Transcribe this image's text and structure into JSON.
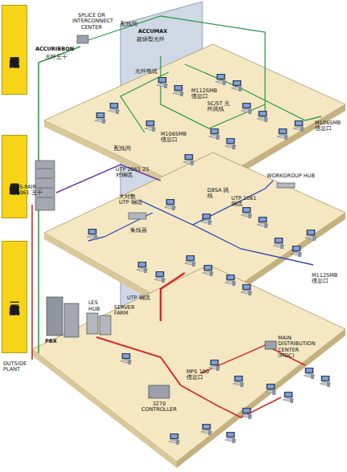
{
  "diagram": {
    "nodes": [
      {
        "text": [
          "第三层光纤区域布线"
        ]
      },
      {
        "text": [
          "第二层铜缆区域布线"
        ]
      },
      {
        "text": [
          "第一层典型结构化布线系统"
        ]
      }
    ],
    "labels": [
      "配线间",
      "SPLICE OR INTERCONNECT CENTER",
      "ACCUMAX",
      "超级型光纤",
      "ACCURIBBON",
      "光纤主干",
      "光纤电缆",
      "M112SMB 信息口",
      "SC/ST 光纤跳线",
      "M106SMB 信息口",
      "M106SMB 信息口",
      "配线间",
      "UTP 2061 25 对铜缆",
      "25-PAIR 1061 主干",
      "大对数 UTP 铜缆",
      "集线器",
      "D8SA 跳线",
      "UTP 1061 铜缆",
      "WORKGROUP HUB",
      "M112SMB 信息口",
      "UTP 铜缆",
      "PBX",
      "HUB",
      "LES",
      "SERVER FARM",
      "MPS 100 信息口",
      "MAIN DISTRIBUTION CENTER (MDC)",
      "OUTSIDE PLANT",
      "3270 CONTROLLER"
    ]
  }
}
